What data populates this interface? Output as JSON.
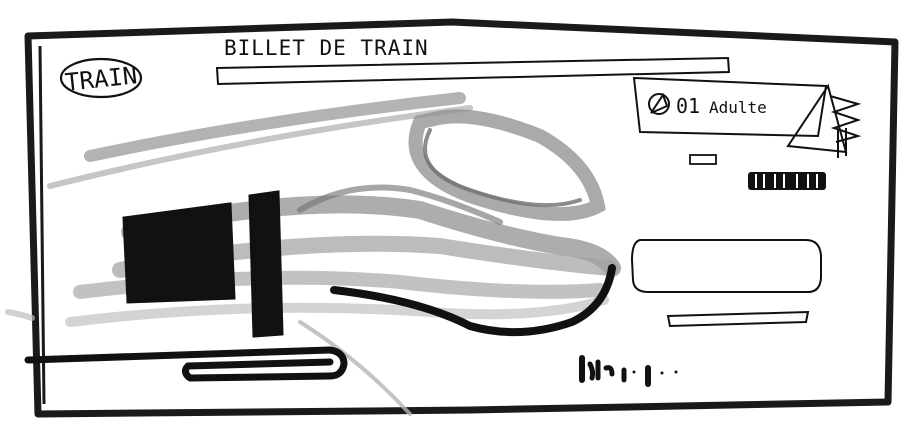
{
  "ticket": {
    "logo_text": "TRAIN",
    "title": "BILLET DE TRAIN",
    "passenger_count": "01",
    "passenger_type": "Adulte"
  },
  "icons": {
    "logo": "train-logo-stamp",
    "passenger": "passenger-icon",
    "qr": "qr-code-icon",
    "train": "train-illustration"
  },
  "colors": {
    "ink": "#111111",
    "gray_marker": "#9a9a9a",
    "light_marker": "#c8c8c8",
    "paper": "#ffffff"
  }
}
